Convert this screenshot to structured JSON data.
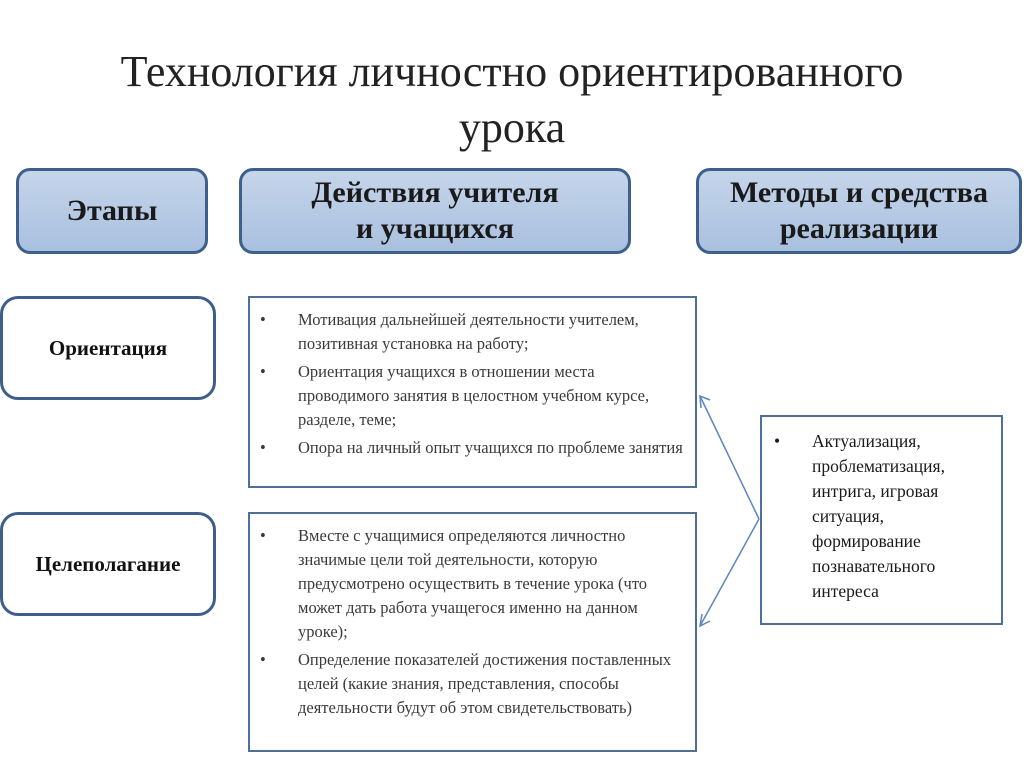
{
  "title": {
    "line1": "Технология личностно ориентированного",
    "line2": "урока"
  },
  "headers": {
    "stages": "Этапы",
    "actions_line1": "Действия учителя",
    "actions_line2": "и учащихся",
    "methods_line1": "Методы и средства",
    "methods_line2": "реализации"
  },
  "stages": [
    {
      "label": "Ориентация"
    },
    {
      "label": "Целеполагание"
    }
  ],
  "actions": [
    {
      "items": [
        "Мотивация дальнейшей деятельности учителем, позитивная установка на работу;",
        "Ориентация учащихся в отношении места проводимого занятия в целостном учебном курсе, разделе, теме;",
        "Опора на личный опыт учащихся по проблеме занятия"
      ]
    },
    {
      "items": [
        "Вместе с учащимися определяются личностно значимые цели той деятельности, которую предусмотрено осуществить в течение урока (что может дать работа учащегося именно на данном уроке);",
        "Определение показателей достижения поставленных целей (какие знания, представления, способы деятельности будут об этом свидетельствовать)"
      ]
    }
  ],
  "methods": {
    "items": [
      "Актуализация, проблематизация, интрига, игровая ситуация, формирование познавательного интереса"
    ]
  },
  "colors": {
    "header_fill": "#a9c0df",
    "border": "#3e5f8a",
    "arrow": "#5b86c0"
  }
}
